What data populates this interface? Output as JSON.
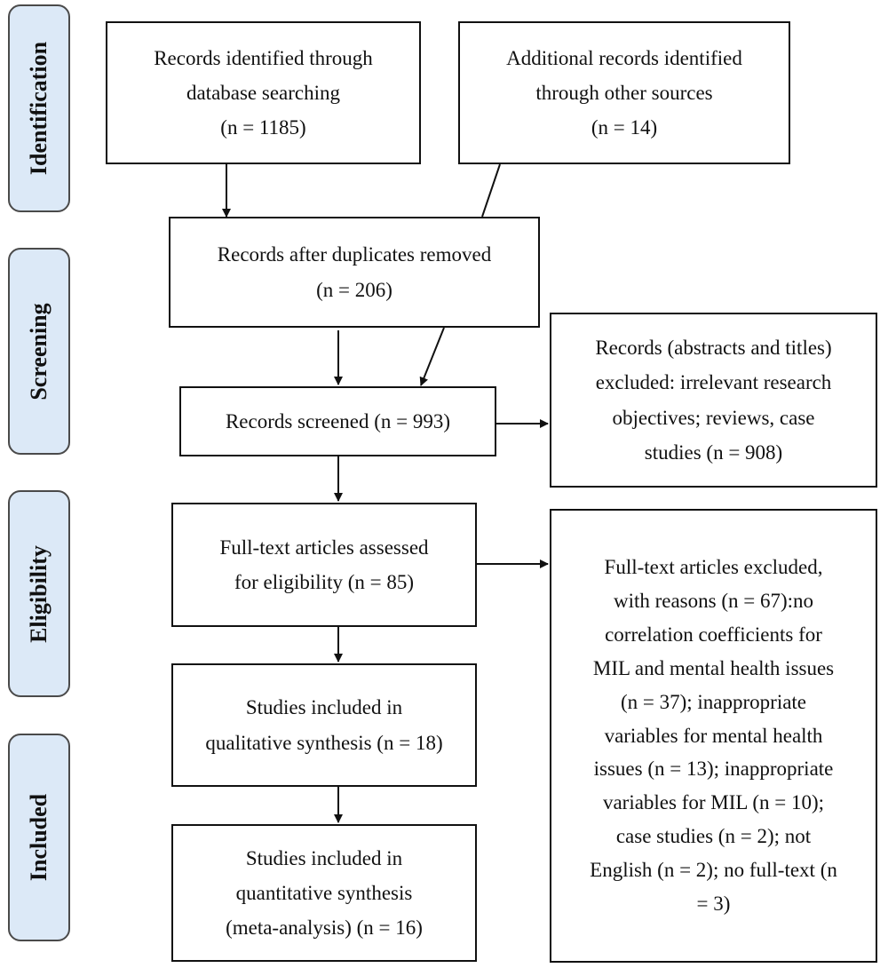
{
  "stages": {
    "identification": "Identification",
    "screening": "Screening",
    "eligibility": "Eligibility",
    "included": "Included"
  },
  "boxes": {
    "db_search": [
      "Records identified through",
      "database searching",
      "(n = 1185)"
    ],
    "other_sources": [
      "Additional records identified",
      "through other sources",
      "(n = 14)"
    ],
    "dup_removed": [
      "Records after duplicates removed",
      "(n = 206)"
    ],
    "screened": [
      "Records screened (n = 993)"
    ],
    "excluded_screen": [
      "Records (abstracts and titles)",
      "excluded: irrelevant research",
      "objectives; reviews, case",
      "studies (n = 908)"
    ],
    "fulltext": [
      "Full-text articles assessed",
      "for eligibility (n = 85)"
    ],
    "fulltext_excluded": [
      "Full-text articles excluded,",
      "with reasons (n = 67):no",
      "correlation coefficients for",
      "MIL and mental health issues",
      "(n = 37); inappropriate",
      "variables for mental health",
      "issues (n = 13); inappropriate",
      "variables for MIL (n = 10);",
      "case studies (n = 2); not",
      "English (n = 2); no full-text (n",
      "= 3)"
    ],
    "qualitative": [
      "Studies included in",
      "qualitative synthesis (n = 18)"
    ],
    "quantitative": [
      "Studies included in",
      "quantitative synthesis",
      "(meta-analysis) (n = 16)"
    ]
  }
}
